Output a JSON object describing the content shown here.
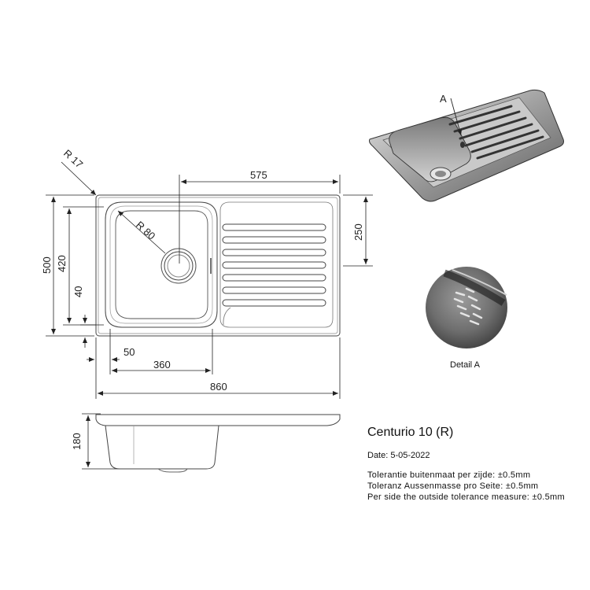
{
  "drawing": {
    "dimensions": {
      "r17": "R 17",
      "r80": "R 80",
      "d575": "575",
      "d250": "250",
      "d500": "500",
      "d420": "420",
      "d40": "40",
      "d50": "50",
      "d360": "360",
      "d860": "860",
      "d180": "180"
    },
    "detail_marker": "A",
    "detail_label": "Detail A"
  },
  "info": {
    "title": "Centurio 10 (R)",
    "date": "Date: 5-05-2022",
    "tolerances": [
      "Tolerantie buitenmaat per zijde: ±0.5mm",
      "Toleranz Aussenmasse pro Seite: ±0.5mm",
      "Per side the outside tolerance measure: ±0.5mm"
    ]
  }
}
